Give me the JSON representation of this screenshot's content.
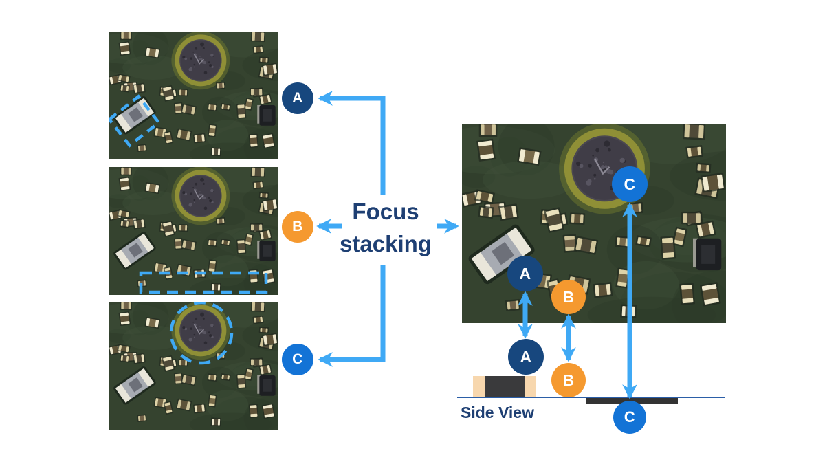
{
  "title": {
    "line1": "Focus",
    "line2": "stacking"
  },
  "markers": {
    "a": "A",
    "b": "B",
    "c": "C"
  },
  "side_view": {
    "label": "Side View"
  },
  "panels": {
    "left": [
      {
        "id": "focus-a",
        "marker": "A",
        "highlight": "rotated-dashed-rectangle"
      },
      {
        "id": "focus-b",
        "marker": "B",
        "highlight": "dashed-rectangle"
      },
      {
        "id": "focus-c",
        "marker": "C",
        "highlight": "dashed-circle"
      }
    ],
    "right": {
      "id": "focus-stacked-result"
    }
  },
  "colors": {
    "marker_a": "#17477e",
    "marker_b": "#f5992f",
    "marker_c": "#1373d6",
    "arrow": "#3fa9f5",
    "heading_text": "#1e3f73",
    "baseline": "#2b5ea7",
    "side_component_cap": "#f7d7ae",
    "side_component_body": "#3a3a3c",
    "side_bar": "#333333",
    "pcb_base": "#35432f"
  }
}
